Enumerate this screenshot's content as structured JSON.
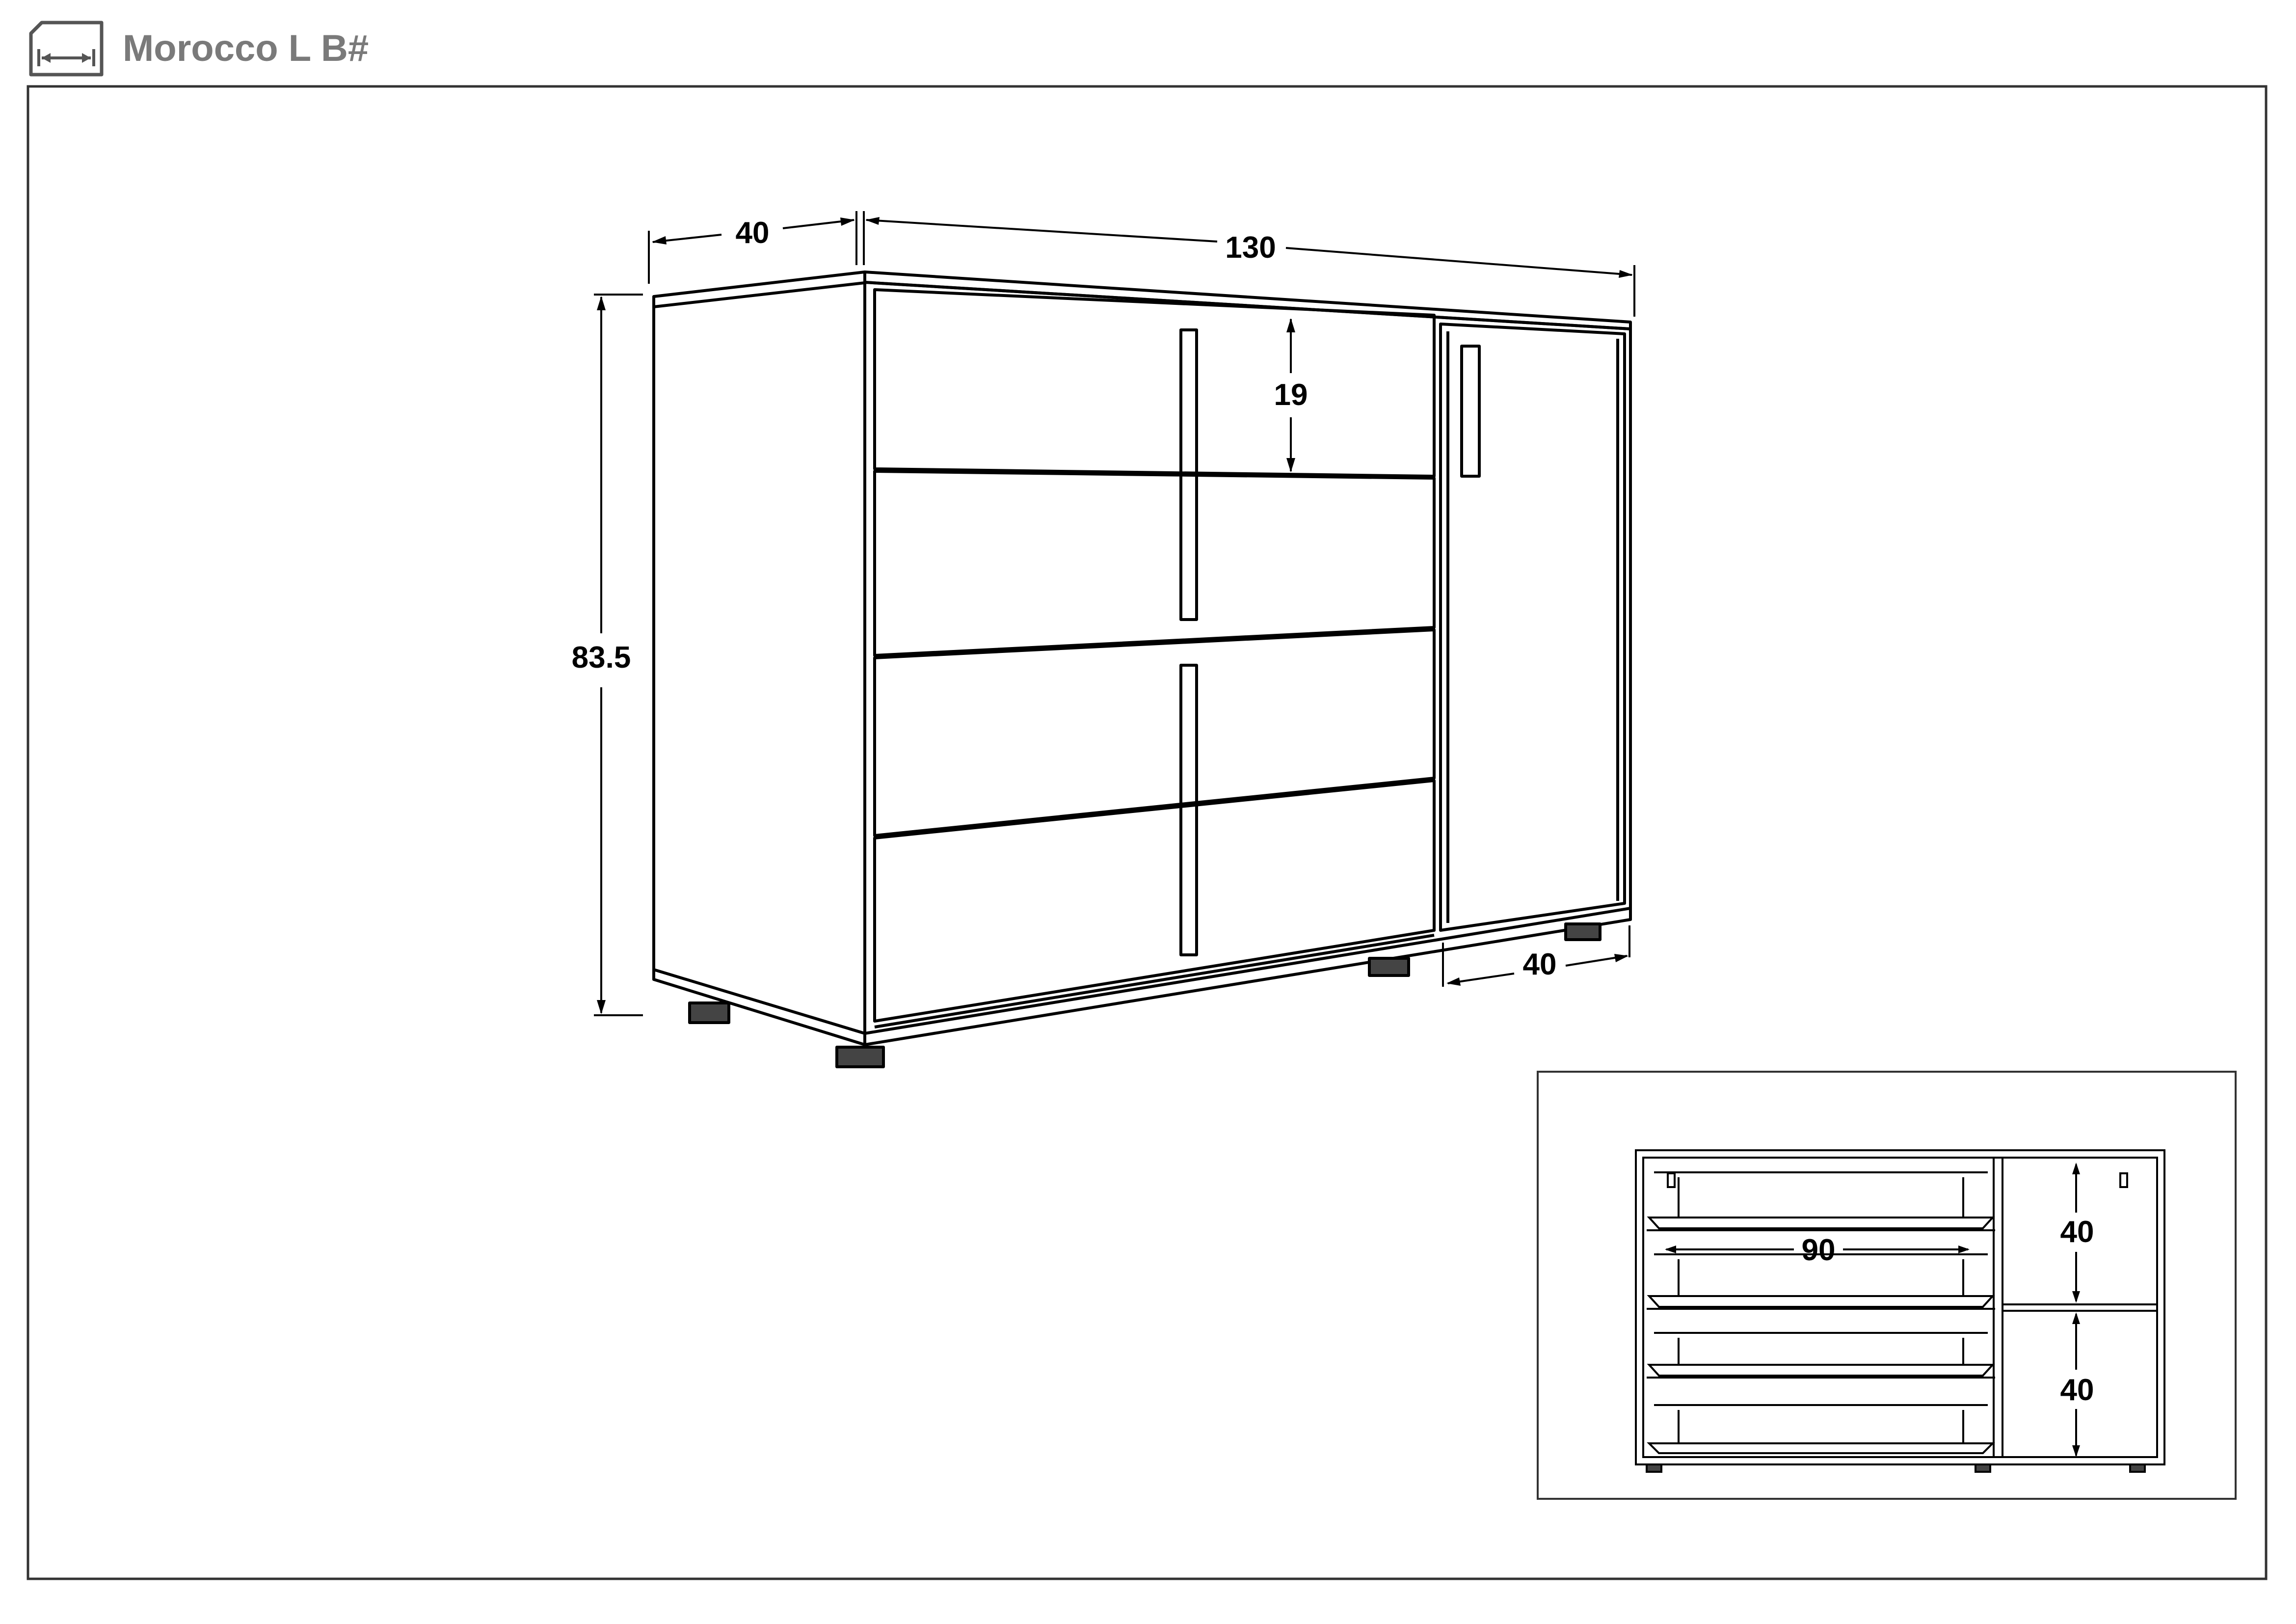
{
  "header": {
    "title": "Morocco L B#",
    "icon": "dimension-arrows-icon"
  },
  "main_view": {
    "dimensions": {
      "side_depth": "40",
      "width": "130",
      "height": "83.5",
      "drawer_height": "19",
      "door_depth": "40"
    }
  },
  "inset_view": {
    "dimensions": {
      "drawer_width": "90",
      "upper_compartment_height": "40",
      "lower_compartment_height": "40"
    }
  }
}
